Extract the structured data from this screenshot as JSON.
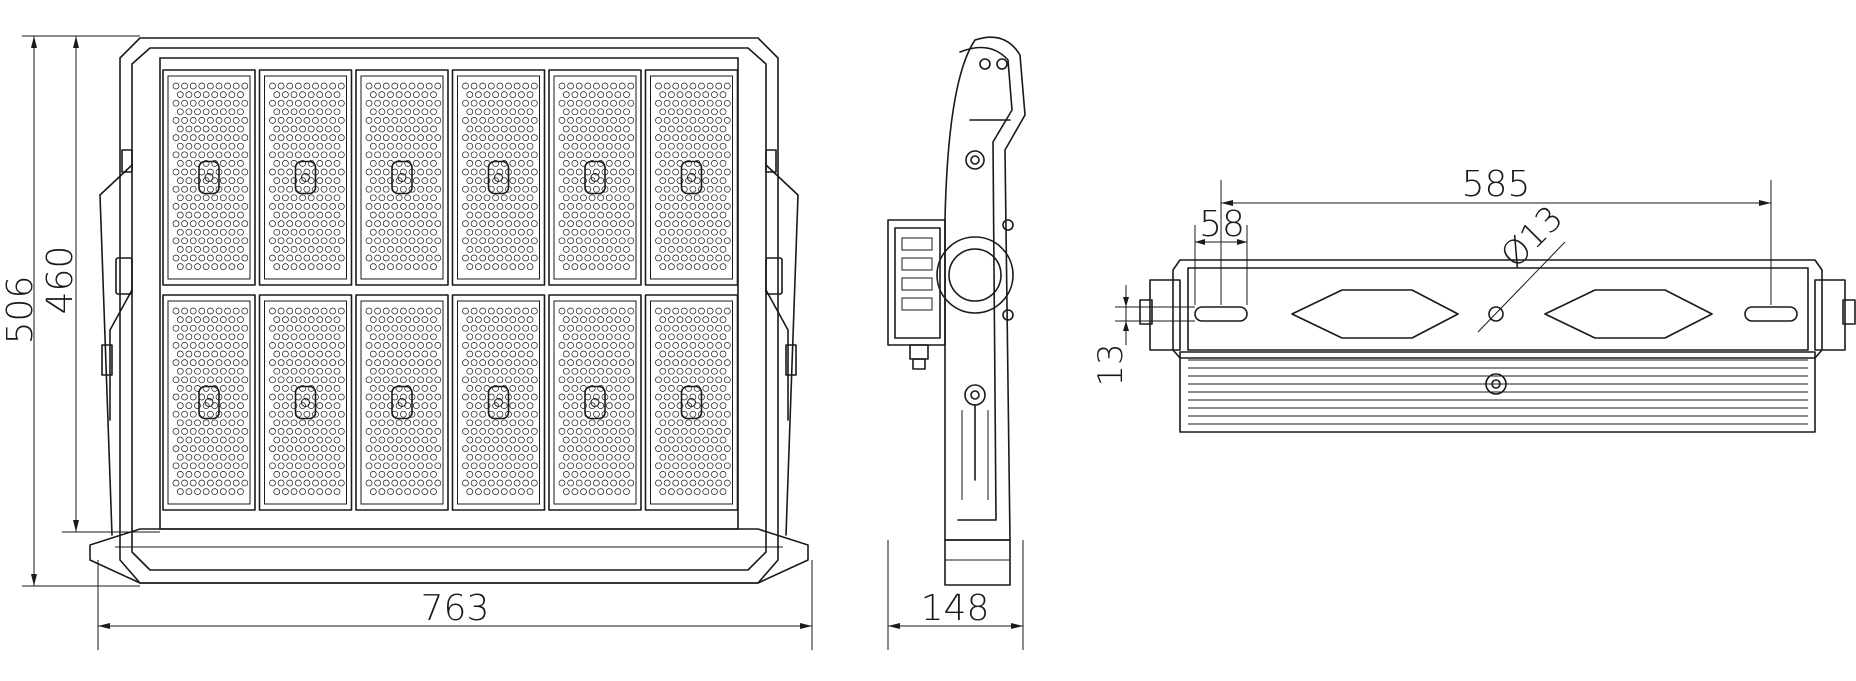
{
  "dimensions": {
    "front_height_overall": "506",
    "front_height_body": "460",
    "front_width": "763",
    "side_depth": "148",
    "bottom_slot_spacing": "585",
    "bottom_slot_length": "58",
    "bottom_hole_diameter": "Ø13",
    "bottom_slot_width": "13"
  },
  "colors": {
    "line": "#1a1a1a",
    "background": "#ffffff"
  },
  "front_view": {
    "module_rows": 2,
    "module_columns": 6
  }
}
